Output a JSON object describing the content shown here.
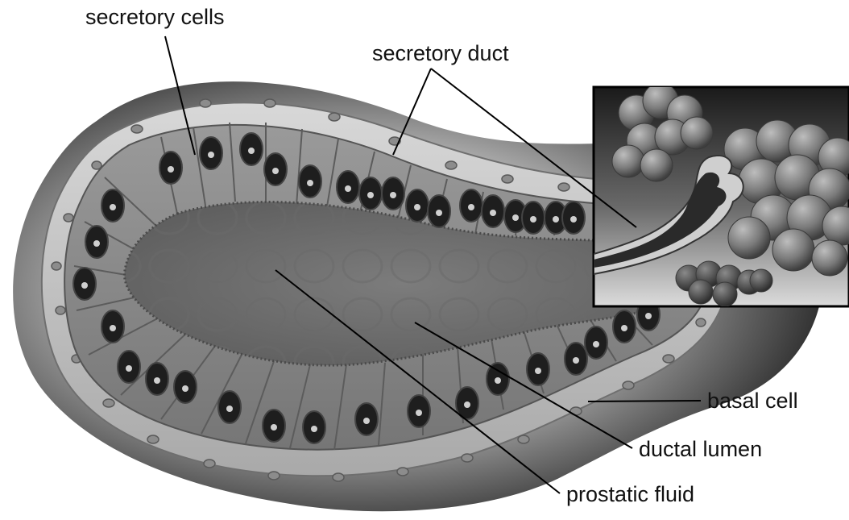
{
  "labels": {
    "secretory_cells": "secretory cells",
    "secretory_duct": "secretory duct",
    "basal_cell": "basal cell",
    "ductal_lumen": "ductal lumen",
    "prostatic_fluid": "prostatic fluid"
  },
  "colors": {
    "label_text": "#111111",
    "leader_line": "#000000",
    "background": "#ffffff"
  }
}
